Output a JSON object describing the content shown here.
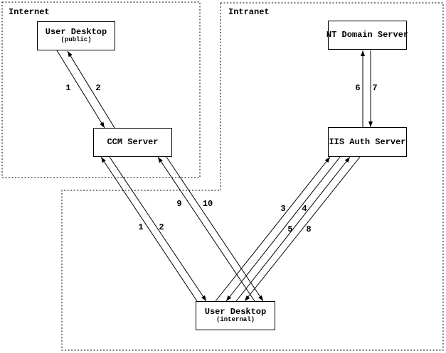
{
  "zones": {
    "internet": {
      "label": "Internet"
    },
    "intranet": {
      "label": "Intranet"
    }
  },
  "nodes": {
    "user_desktop_public": {
      "label": "User Desktop",
      "sublabel": "(public)"
    },
    "nt_domain_server": {
      "label": "NT Domain Server"
    },
    "ccm_server": {
      "label": "CCM Server"
    },
    "iis_auth_server": {
      "label": "IIS Auth Server"
    },
    "user_desktop_internal": {
      "label": "User Desktop",
      "sublabel": "(internal)"
    }
  },
  "edge_labels": {
    "desktop_public_to_ccm": "1",
    "ccm_to_desktop_public": "2",
    "desktop_internal_to_ccm": "1",
    "ccm_to_desktop_internal": "2",
    "desktop_internal_to_iis_3": "3",
    "iis_to_desktop_internal_4": "4",
    "desktop_internal_to_iis_5": "5",
    "iis_to_desktop_internal_8": "8",
    "iis_to_nt_domain": "6",
    "nt_domain_to_iis": "7",
    "desktop_internal_to_ccm_9": "9",
    "ccm_to_desktop_internal_10": "10"
  },
  "colors": {
    "foreground": "#000000",
    "background": "#ffffff"
  }
}
